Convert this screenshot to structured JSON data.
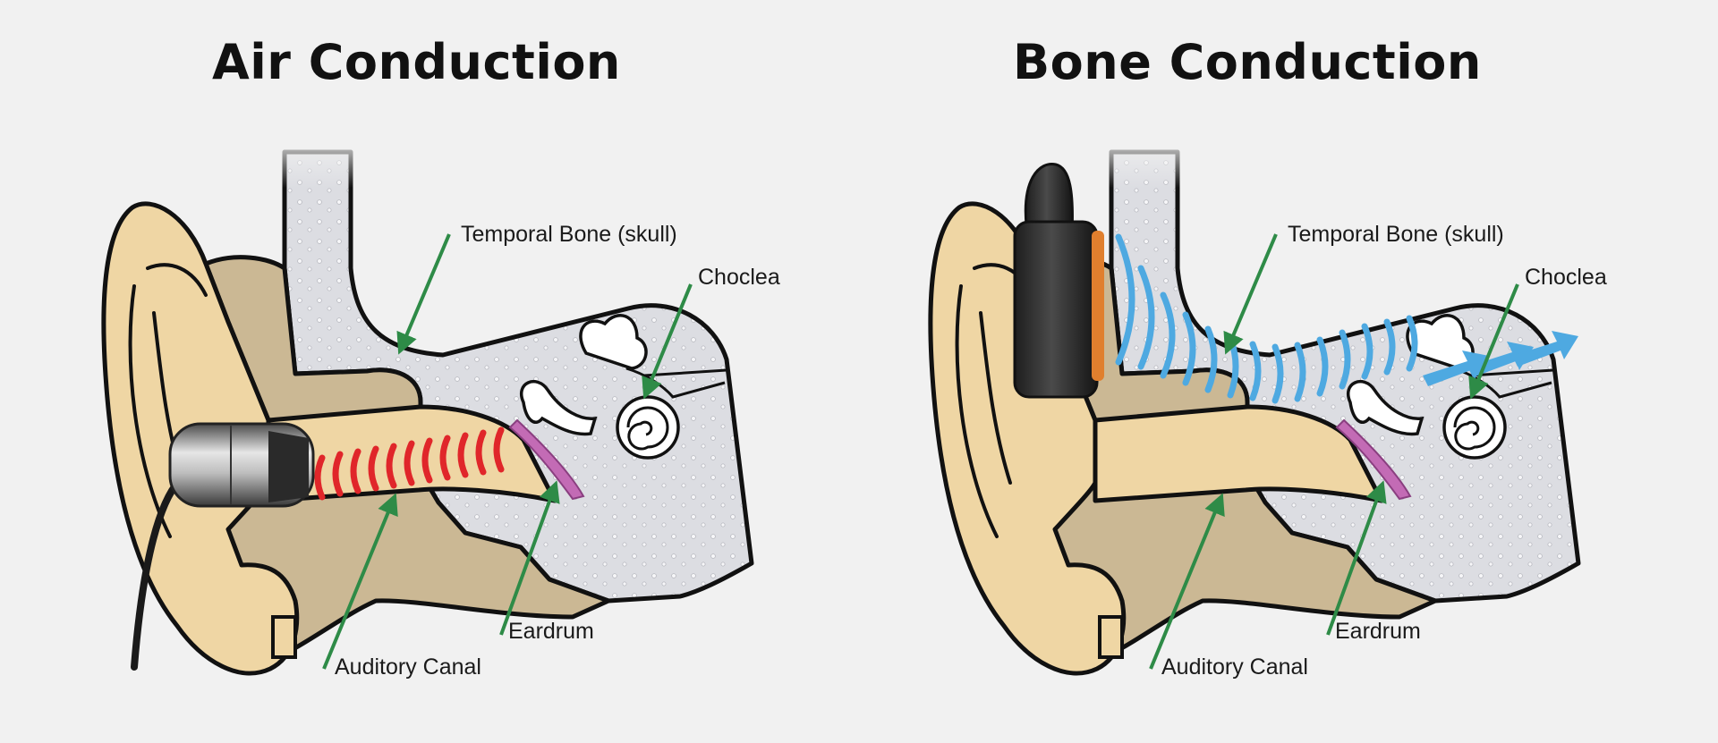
{
  "panels": [
    {
      "title": "Air Conduction",
      "labels": {
        "temporal_bone": "Temporal Bone (skull)",
        "cochlea": "Choclea",
        "eardrum": "Eardrum",
        "auditory_canal": "Auditory Canal"
      }
    },
    {
      "title": "Bone Conduction",
      "labels": {
        "temporal_bone": "Temporal Bone (skull)",
        "cochlea": "Choclea",
        "eardrum": "Eardrum",
        "auditory_canal": "Auditory Canal"
      }
    }
  ],
  "colors": {
    "background": "#f1f1f1",
    "ear_skin": "#efd6a4",
    "inner_tissue": "#cbb894",
    "bone": "#dcdde2",
    "pointer_arrow": "#2e8b47",
    "air_wave": "#e0262a",
    "bone_wave": "#4ea9e1",
    "eardrum": "#c36bb5",
    "orange_pad": "#e07f2e"
  }
}
